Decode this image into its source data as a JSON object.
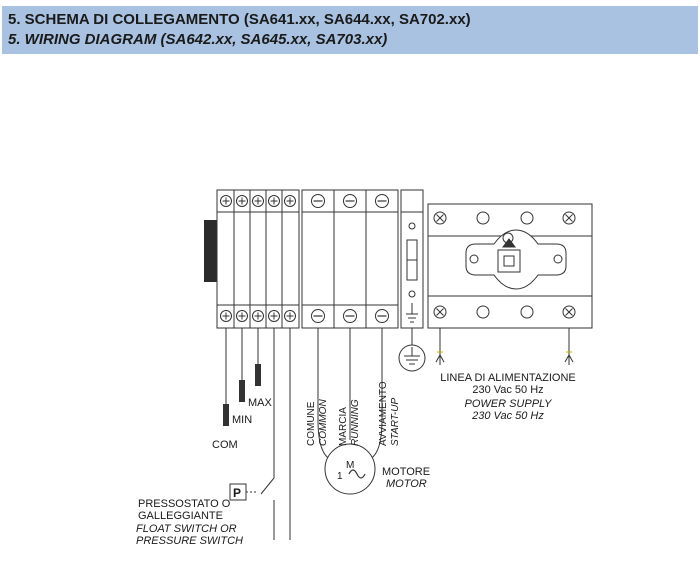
{
  "header": {
    "title_it": "5. SCHEMA DI COLLEGAMENTO (SA641.xx, SA644.xx, SA702.xx)",
    "title_en": "5. WIRING DIAGRAM (SA642.xx, SA645.xx, SA703.xx)"
  },
  "probes": {
    "com": "COM",
    "min": "MIN",
    "max": "MAX"
  },
  "motor_wires": {
    "common_it": "COMUNE",
    "common_en": "COMMON",
    "running_it": "MARCIA",
    "running_en": "RUNNING",
    "startup_it": "AVVIAMENTO",
    "startup_en": "START-UP"
  },
  "motor": {
    "symbol": "M",
    "phase": "1",
    "label_it": "MOTORE",
    "label_en": "MOTOR"
  },
  "switch": {
    "symbol": "P",
    "label_it_1": "PRESSOSTATO O",
    "label_it_2": "GALLEGGIANTE",
    "label_en_1": "FLOAT SWITCH OR",
    "label_en_2": "PRESSURE SWITCH"
  },
  "power_supply": {
    "label_it_1": "LINEA DI ALIMENTAZIONE",
    "label_it_2": "230 Vac 50 Hz",
    "label_en_1": "POWER SUPPLY",
    "label_en_2": "230 Vac 50 Hz"
  }
}
